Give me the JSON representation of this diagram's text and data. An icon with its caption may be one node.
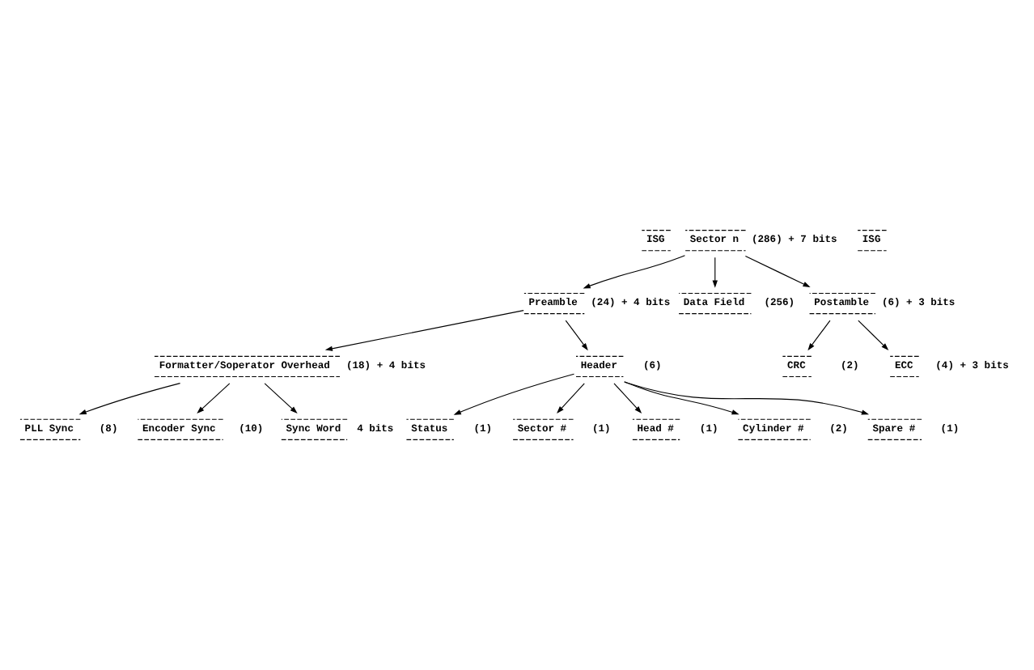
{
  "diagram": {
    "nodes": [
      {
        "text": [
          "ISG"
        ]
      },
      {
        "text": [
          "Sector n"
        ],
        "beside": [
          "(286) + 7 bits"
        ]
      },
      {
        "text": [
          "ISG"
        ]
      },
      {
        "text": [
          "Preamble"
        ],
        "beside": [
          "(24) + 4 bits"
        ]
      },
      {
        "text": [
          "Data Field"
        ],
        "beside": [
          "(256)"
        ]
      },
      {
        "text": [
          "Postamble"
        ],
        "beside": [
          "(6) + 3 bits"
        ]
      },
      {
        "text": [
          "Formatter/Soperator Overhead"
        ],
        "beside": [
          "(18) + 4 bits"
        ]
      },
      {
        "text": [
          "Header"
        ],
        "beside": [
          "(6)"
        ]
      },
      {
        "text": [
          "CRC"
        ],
        "beside": [
          "(2)"
        ]
      },
      {
        "text": [
          "ECC"
        ],
        "beside": [
          "(4) + 3 bits"
        ]
      },
      {
        "text": [
          "PLL Sync"
        ],
        "beside": [
          "(8)"
        ]
      },
      {
        "text": [
          "Encoder Sync"
        ],
        "beside": [
          "(10)"
        ]
      },
      {
        "text": [
          "Sync Word"
        ],
        "beside": [
          "4 bits"
        ]
      },
      {
        "text": [
          "Status"
        ],
        "beside": [
          "(1)"
        ]
      },
      {
        "text": [
          "Sector #"
        ],
        "beside": [
          "(1)"
        ]
      },
      {
        "text": [
          "Head #"
        ],
        "beside": [
          "(1)"
        ]
      },
      {
        "text": [
          "Cylinder #"
        ],
        "beside": [
          "(2)"
        ]
      },
      {
        "text": [
          "Spare #"
        ],
        "beside": [
          "(1)"
        ]
      }
    ],
    "edges": [
      {
        "from": 1,
        "to": 3,
        "arrow": "to"
      },
      {
        "from": 1,
        "to": 4,
        "arrow": "to"
      },
      {
        "from": 1,
        "to": 5,
        "arrow": "to"
      },
      {
        "from": 3,
        "to": 6,
        "arrow": "to"
      },
      {
        "from": 3,
        "to": 7,
        "arrow": "to"
      },
      {
        "from": 5,
        "to": 8,
        "arrow": "to"
      },
      {
        "from": 5,
        "to": 9,
        "arrow": "to"
      },
      {
        "from": 6,
        "to": 10,
        "arrow": "to"
      },
      {
        "from": 6,
        "to": 11,
        "arrow": "to"
      },
      {
        "from": 6,
        "to": 12,
        "arrow": "to"
      },
      {
        "from": 7,
        "to": 13,
        "arrow": "to"
      },
      {
        "from": 7,
        "to": 14,
        "arrow": "to"
      },
      {
        "from": 7,
        "to": 15,
        "arrow": "to"
      },
      {
        "from": 7,
        "to": 16,
        "arrow": "to"
      },
      {
        "from": 7,
        "to": 17,
        "arrow": "to"
      }
    ]
  }
}
